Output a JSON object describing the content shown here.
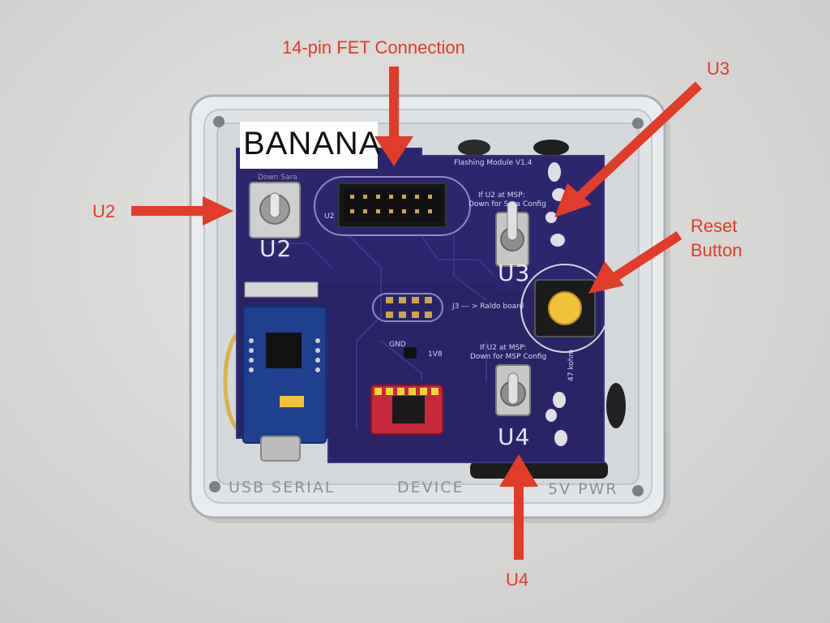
{
  "callouts": {
    "fet_connection": "14-pin FET Connection",
    "u3": "U3",
    "u2": "U2",
    "reset_line1": "Reset",
    "reset_line2": "Button",
    "u4": "U4"
  },
  "label_tag": "BANANA",
  "board": {
    "title": "Flashing Module V1.4",
    "down_sara": "Down Sara",
    "u2_small": "U2",
    "u3_note_1": "If U2 at MSP:",
    "u3_note_2": "Down for Sara Config",
    "j3_note": "J3 --- > Raldo board",
    "gnd": "GND",
    "v18": "1V8",
    "u4_note_1": "If U2 at MSP:",
    "u4_note_2": "Down for MSP Config",
    "resistor": "47 kohm",
    "silk_u2": "U2",
    "silk_u3": "U3",
    "silk_u4": "U4"
  },
  "case_labels": {
    "usb_serial": "USB SERIAL",
    "device": "DEVICE",
    "pwr": "5V PWR"
  },
  "colors": {
    "callout_red": "#e13b2a",
    "pcb_purple": "#2a2466",
    "reset_cap": "#f2c23a"
  }
}
